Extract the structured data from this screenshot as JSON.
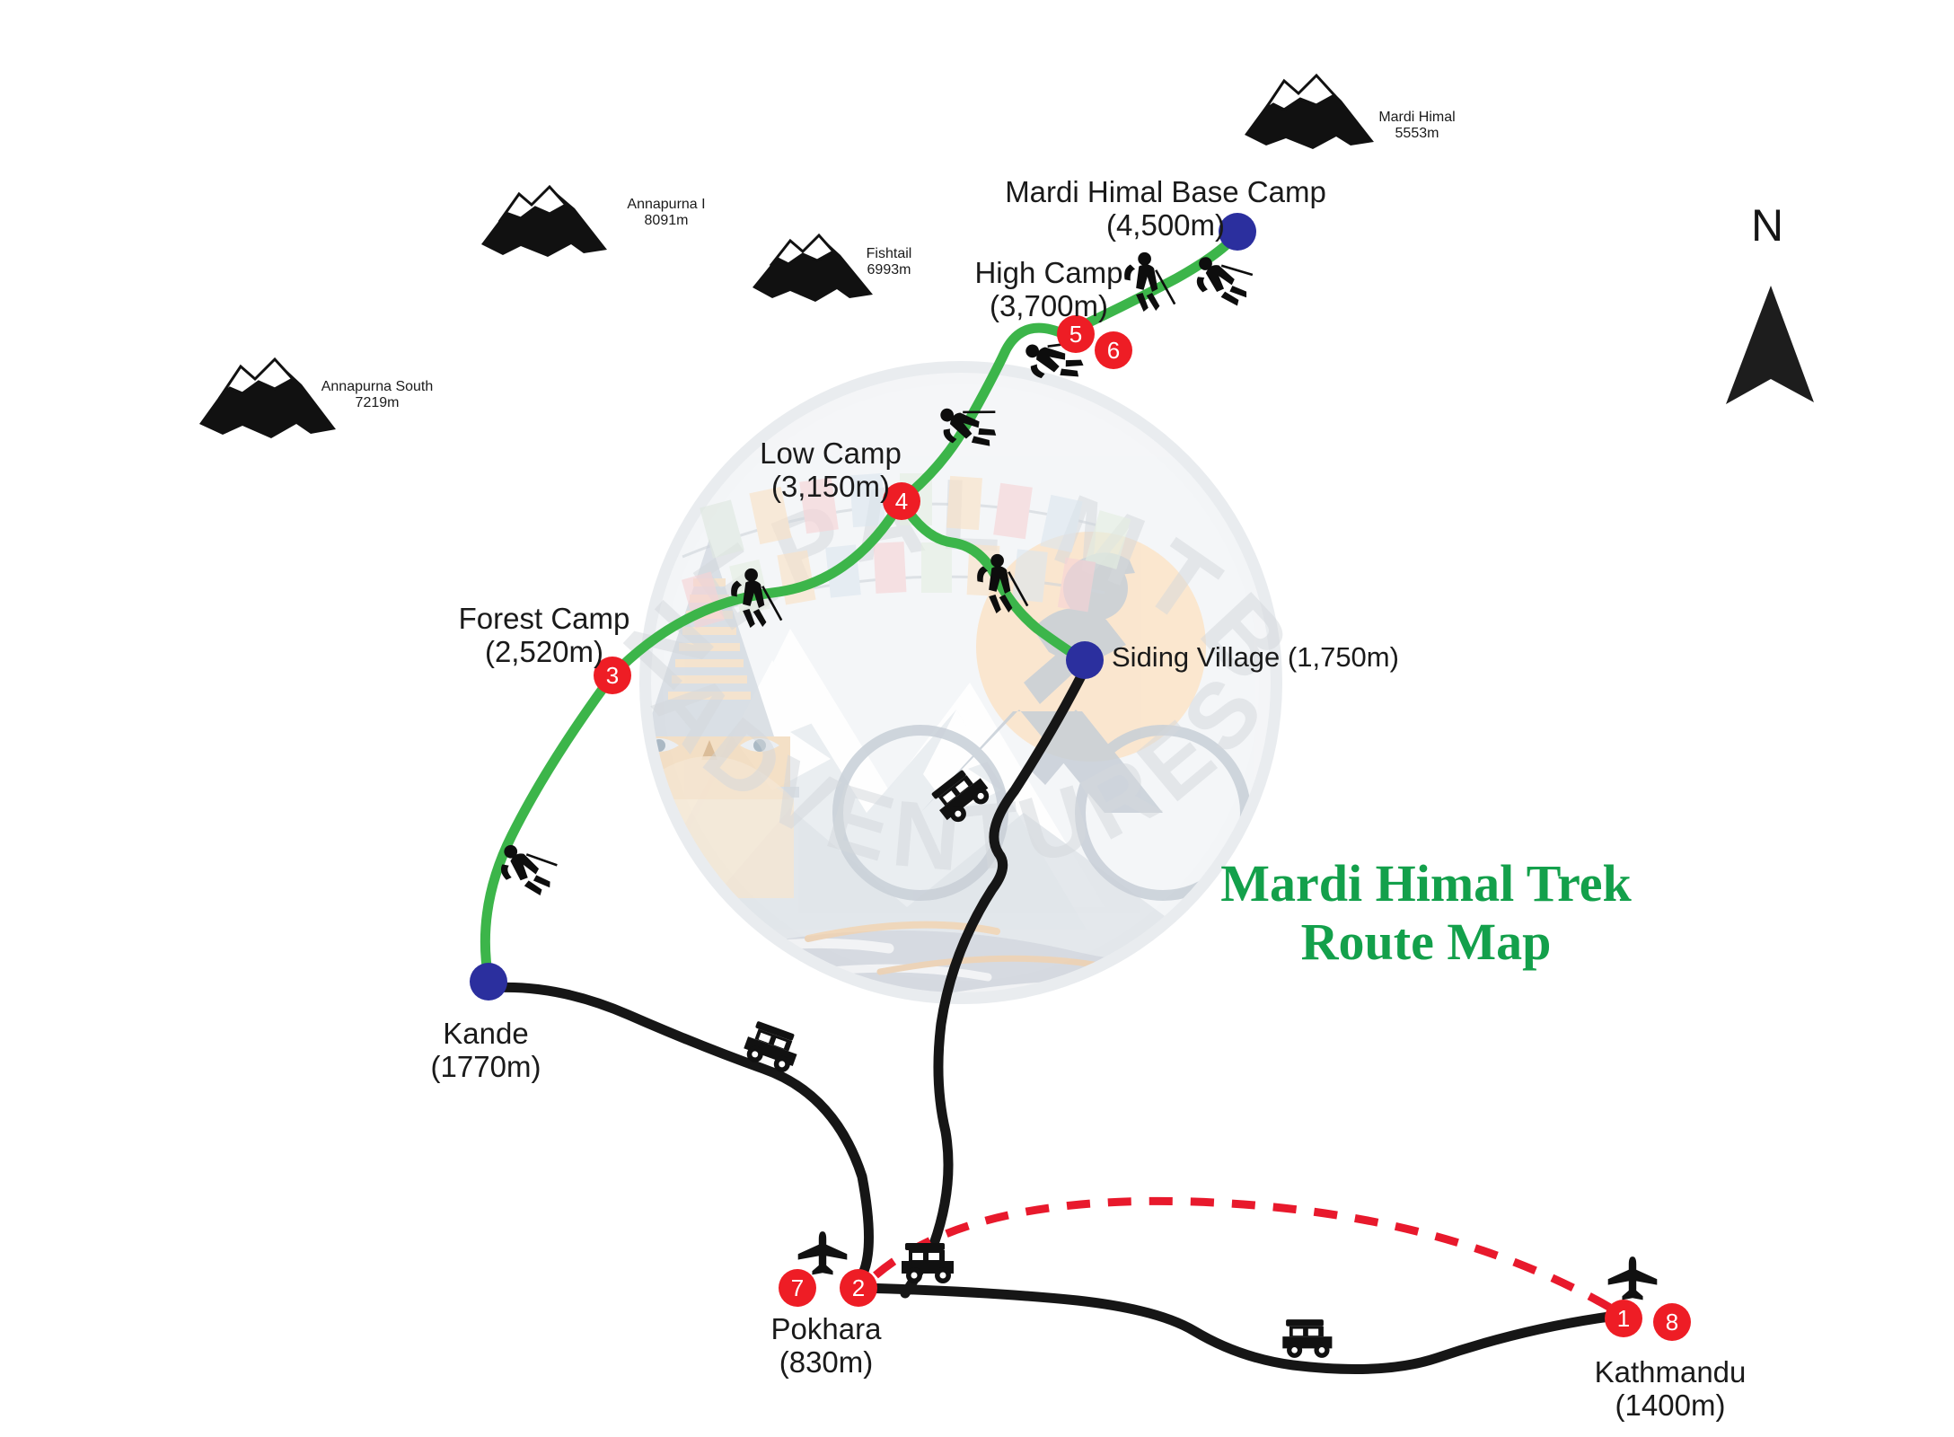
{
  "title": {
    "line1": "Mardi Himal Trek",
    "line2": "Route Map",
    "color": "#13a04b"
  },
  "compass": {
    "label": "N"
  },
  "watermark": {
    "top_text": "NEPAL MTB",
    "bottom_text": "ADVENTURES"
  },
  "colors": {
    "trek_route": "#3cb54a",
    "road_route": "#1a1a1a",
    "flight_route": "#e8192c",
    "stage_marker": "#ee1d25",
    "place_dot": "#2b2f9e",
    "label_text": "#1a1a1a"
  },
  "peaks": [
    {
      "name": "Annapurna I",
      "elevation": "8091m"
    },
    {
      "name": "Fishtail",
      "elevation": "6993m"
    },
    {
      "name": "Annapurna South",
      "elevation": "7219m"
    },
    {
      "name": "Mardi Himal",
      "elevation": "5553m"
    }
  ],
  "places": [
    {
      "name": "Mardi Himal Base Camp",
      "elevation": "(4,500m)",
      "marker": "blue-dot"
    },
    {
      "name": "High Camp",
      "elevation": "(3,700m)",
      "marker": "stage"
    },
    {
      "name": "Low Camp",
      "elevation": "(3,150m)",
      "marker": "stage"
    },
    {
      "name": "Forest Camp",
      "elevation": "(2,520m)",
      "marker": "stage"
    },
    {
      "name": "Siding Village (1,750m)",
      "elevation": "",
      "marker": "blue-dot"
    },
    {
      "name": "Kande",
      "elevation": "(1770m)",
      "marker": "blue-dot"
    },
    {
      "name": "Pokhara",
      "elevation": "(830m)",
      "marker": "stage"
    },
    {
      "name": "Kathmandu",
      "elevation": "(1400m)",
      "marker": "stage"
    }
  ],
  "stage_markers": [
    {
      "number": "1",
      "place": "Kathmandu"
    },
    {
      "number": "8",
      "place": "Kathmandu"
    },
    {
      "number": "7",
      "place": "Pokhara"
    },
    {
      "number": "2",
      "place": "Pokhara"
    },
    {
      "number": "3",
      "place": "Forest Camp"
    },
    {
      "number": "4",
      "place": "Low Camp"
    },
    {
      "number": "5",
      "place": "High Camp"
    },
    {
      "number": "6",
      "place": "High Camp"
    }
  ],
  "icons": [
    {
      "name": "hiker-icon",
      "count": 6
    },
    {
      "name": "jeep-icon",
      "count": 4
    },
    {
      "name": "airplane-icon",
      "count": 2
    },
    {
      "name": "mountain-peak-icon",
      "count": 4
    },
    {
      "name": "compass-north-icon",
      "count": 1
    }
  ]
}
